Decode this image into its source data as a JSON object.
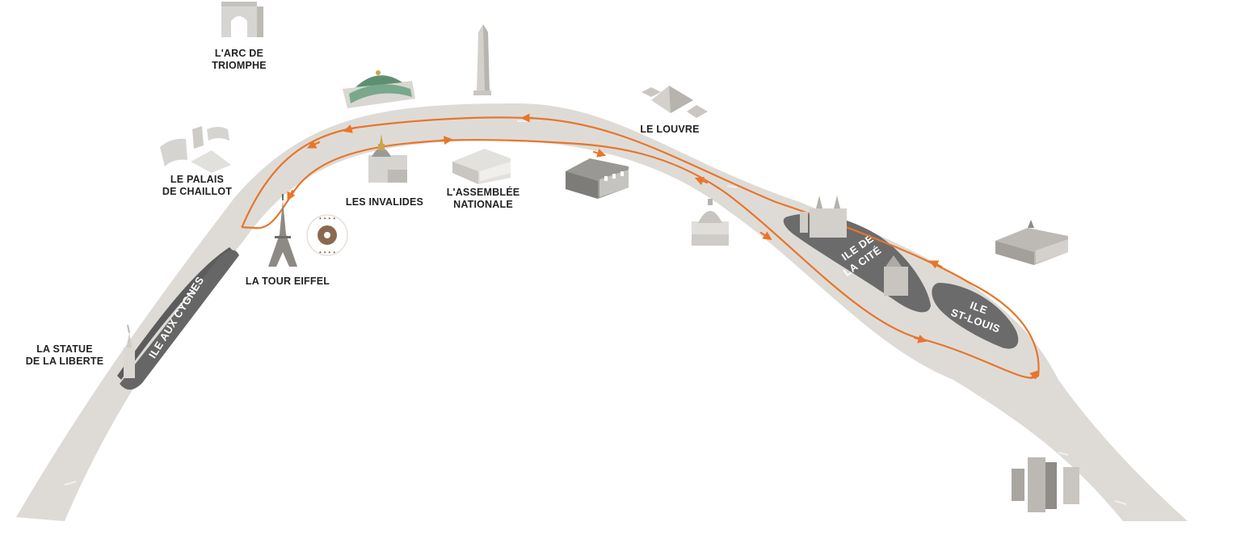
{
  "landmarks": {
    "arc": [
      "L'ARC DE",
      "TRIOMPHE"
    ],
    "chaillot": [
      "LE PALAIS",
      "DE CHAILLOT"
    ],
    "invalides": "LES INVALIDES",
    "assemblee": [
      "L'ASSEMBLÉE",
      "NATIONALE"
    ],
    "louvre": "LE LOUVRE",
    "eiffel": "LA TOUR EIFFEL",
    "liberte": [
      "LA STATUE",
      "DE LA LIBERTE"
    ]
  },
  "islands": {
    "cygnes": "ILE AUX CYGNES",
    "cite": [
      "ILE DE",
      "LA CITÉ"
    ],
    "stlouis": [
      "ILE",
      "ST-LOUIS"
    ]
  },
  "colors": {
    "river": "#dedbd7",
    "route": "#e8752a",
    "island": "#6b6b6b",
    "label": "#222222"
  },
  "icons": [
    "arc-de-triomphe-icon",
    "obelisk-icon",
    "grand-palais-icon",
    "palais-chaillot-icon",
    "invalides-icon",
    "assemblee-icon",
    "orsay-icon",
    "louvre-pyramid-icon",
    "institut-dome-icon",
    "notre-dame-icon",
    "hotel-de-ville-icon",
    "skyscrapers-icon",
    "eiffel-tower-icon",
    "statue-liberty-icon",
    "boat-company-stamp"
  ]
}
